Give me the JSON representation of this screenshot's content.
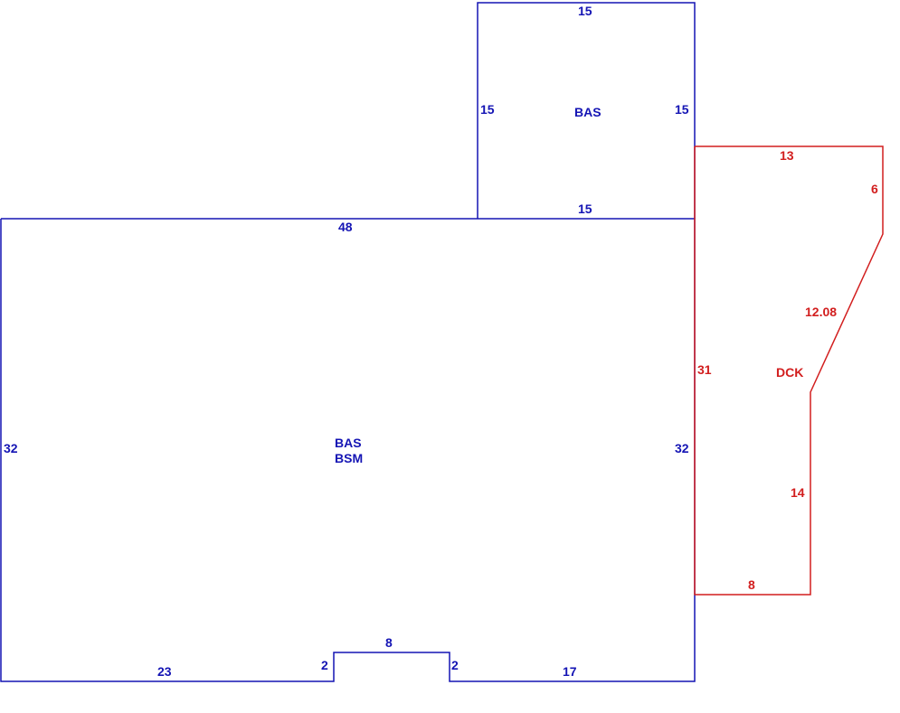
{
  "colors": {
    "main": "#1414b4",
    "deck": "#d21e1e",
    "background": "#ffffff"
  },
  "main_building": {
    "area_label_1": "BAS",
    "area_label_2": "BSM",
    "top": "48",
    "left": "32",
    "right": "32",
    "bottom_left": "23",
    "notch_left": "2",
    "notch_top": "8",
    "notch_right": "2",
    "bottom_right": "17"
  },
  "addition": {
    "area_label": "BAS",
    "top": "15",
    "left": "15",
    "right": "15",
    "bottom": "15"
  },
  "deck": {
    "area_label": "DCK",
    "top": "13",
    "right": "6",
    "diagonal": "12.08",
    "left": "31",
    "right_lower": "14",
    "bottom": "8"
  }
}
